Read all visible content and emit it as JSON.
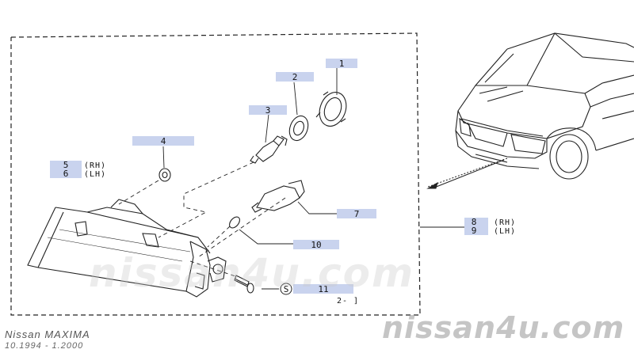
{
  "diagram": {
    "callouts": [
      {
        "id": "c1",
        "number": "1"
      },
      {
        "id": "c2",
        "number": "2"
      },
      {
        "id": "c3",
        "number": "3"
      },
      {
        "id": "c4",
        "number": "4"
      },
      {
        "id": "c5",
        "number": "5",
        "side": "(RH)"
      },
      {
        "id": "c6",
        "number": "6",
        "side": "(LH)"
      },
      {
        "id": "c7",
        "number": "7"
      },
      {
        "id": "c8",
        "number": "8",
        "side": "(RH)"
      },
      {
        "id": "c9",
        "number": "9",
        "side": "(LH)"
      },
      {
        "id": "c10",
        "number": "10"
      },
      {
        "id": "c11",
        "number": "11",
        "symbol": "S"
      }
    ],
    "page_ref": "2-  ]",
    "highlight_color": "#c9d3ee"
  },
  "footer": {
    "model": "Nissan MAXIMA",
    "range": "10.1994  -  1.2000"
  },
  "watermark": "nissan4u.com"
}
